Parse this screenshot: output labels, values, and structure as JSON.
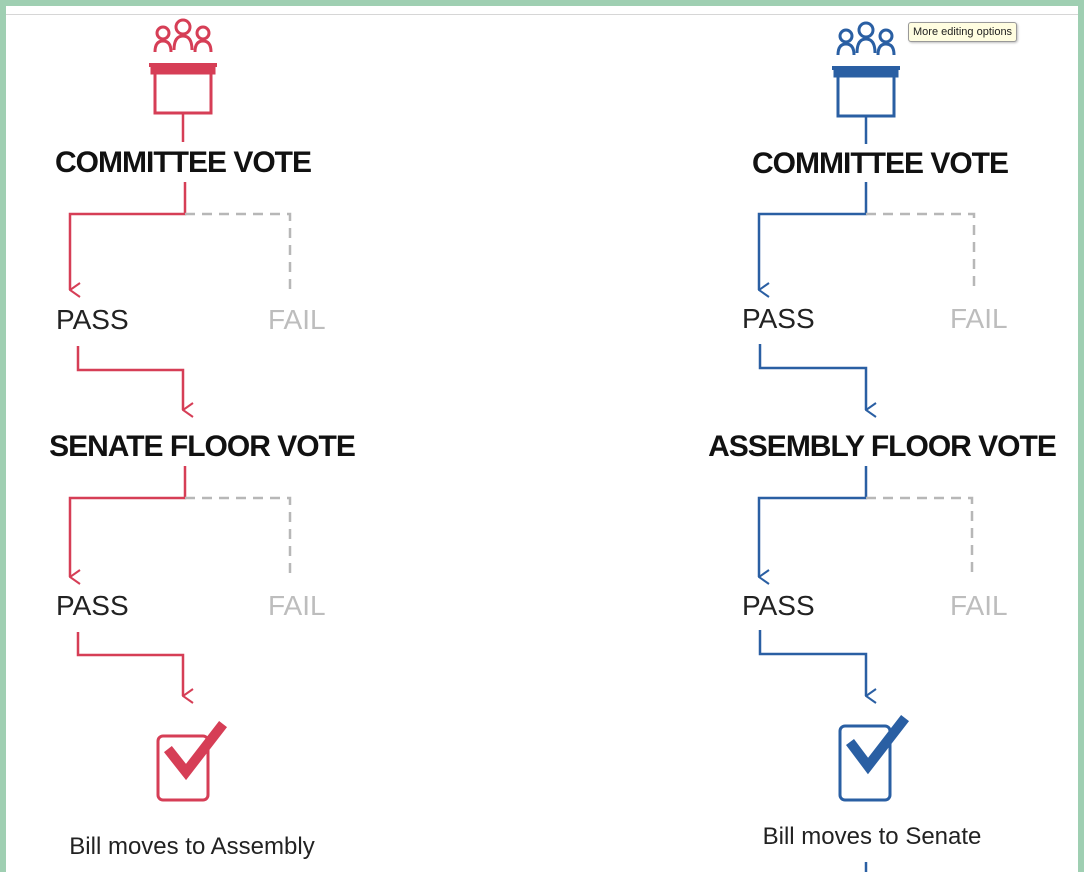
{
  "colors": {
    "senate": "#d63e56",
    "assembly": "#2a5fa3",
    "fail": "#b7b7b7",
    "frame": "#9fcfb2"
  },
  "tooltip": {
    "text": "More editing options"
  },
  "left_flow": {
    "icon": "committee-podium-icon",
    "committee_vote": "COMMITTEE VOTE",
    "pass_1": "PASS",
    "fail_1": "FAIL",
    "floor_vote": "SENATE  FLOOR VOTE",
    "pass_2": "PASS",
    "fail_2": "FAIL",
    "result_icon": "checkbox-checked-icon",
    "result": "Bill moves to Assembly"
  },
  "right_flow": {
    "icon": "committee-podium-icon",
    "committee_vote": "COMMITTEE VOTE",
    "pass_1": "PASS",
    "fail_1": "FAIL",
    "floor_vote": "ASSEMBLY FLOOR VOTE",
    "pass_2": "PASS",
    "fail_2": "FAIL",
    "result_icon": "checkbox-checked-icon",
    "result": "Bill moves to Senate"
  }
}
